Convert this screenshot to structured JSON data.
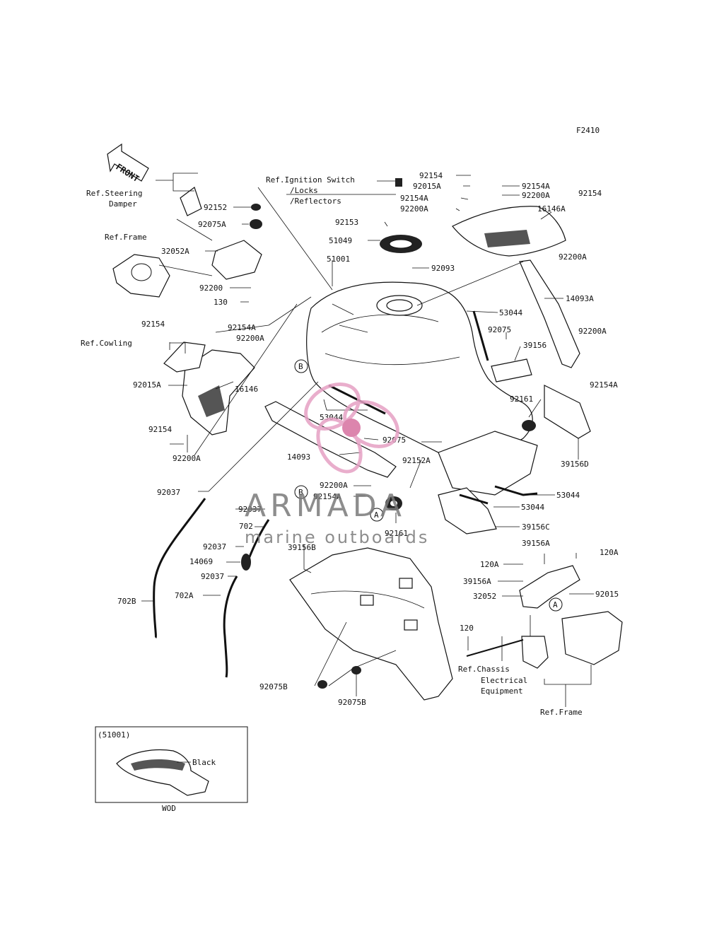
{
  "figure_code": "F2410",
  "front_arrow": "FRONT",
  "watermark": {
    "title": "ARMADA",
    "subtitle": "marine outboards"
  },
  "callouts": {
    "circle_a": "A",
    "circle_b": "B"
  },
  "labels": {
    "ref_steering": "Ref.Steering",
    "damper": "Damper",
    "ref_frame_left": "Ref.Frame",
    "ref_ignition": "Ref.Ignition Switch",
    "locks": "/Locks",
    "reflectors": "/Reflectors",
    "ref_cowling": "Ref.Cowling",
    "ref_chassis": "Ref.Chassis",
    "electrical": "Electrical",
    "equipment": "Equipment",
    "ref_frame_right": "Ref.Frame",
    "inset_code": "(51001)",
    "inset_black": "Black",
    "inset_caption": "WOD"
  },
  "parts": {
    "p92152": "92152",
    "p92075A": "92075A",
    "p32052A": "32052A",
    "p92200": "92200",
    "p130": "130",
    "p92154_top": "92154",
    "p92015A_top": "92015A",
    "p92154A_top": "92154A",
    "p92200A_top": "92200A",
    "p92154A_mid": "92154A",
    "p92200A_mid": "92200A",
    "p16146A": "16146A",
    "p92154_right": "92154",
    "p92200A_right": "92200A",
    "p92153": "92153",
    "p51049": "51049",
    "p92093": "92093",
    "p51001": "51001",
    "p14093A": "14093A",
    "p53044_a": "53044",
    "p92075": "92075",
    "p39156": "39156",
    "p92200A_r2": "92200A",
    "p92154A_r2": "92154A",
    "p92154_left": "92154",
    "p92154A_left": "92154A",
    "p92200A_left": "92200A",
    "p92015A_left": "92015A",
    "p16146": "16146",
    "p53044_b": "53044",
    "p92161_a": "92161",
    "p92075_b": "92075",
    "p39156D": "39156D",
    "p14093": "14093",
    "p92152A": "92152A",
    "p92154_low": "92154",
    "p92200A_low": "92200A",
    "p92037_a": "92037",
    "p92200A_c": "92200A",
    "p92154A_c": "92154A",
    "p92037_b": "92037",
    "p702": "702",
    "p92037_c": "92037",
    "p14069": "14069",
    "p92037_d": "92037",
    "p702A": "702A",
    "p702B": "702B",
    "p39156B": "39156B",
    "p92161_b": "92161",
    "p53044_c": "53044",
    "p53044_d": "53044",
    "p39156C": "39156C",
    "p39156A_a": "39156A",
    "p120A_a": "120A",
    "p120A_b": "120A",
    "p39156A_b": "39156A",
    "p32052": "32052",
    "p92015": "92015",
    "p120": "120",
    "p92075B_a": "92075B",
    "p92075B_b": "92075B"
  }
}
